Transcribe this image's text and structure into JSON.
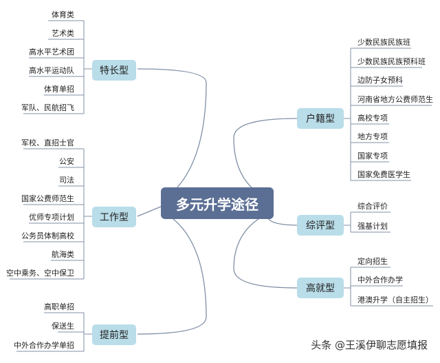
{
  "center_title": "多元升学途径",
  "left_branches": [
    {
      "label": "特长型",
      "items": [
        "体育类",
        "艺术类",
        "高水平艺术团",
        "高水平运动队",
        "体育单招",
        "军队、民航招飞"
      ]
    },
    {
      "label": "工作型",
      "items": [
        "军校、直招士官",
        "公安",
        "司法",
        "国家公费师范生",
        "优师专项计划",
        "公务员体制高校",
        "航海类",
        "空中乘务、空中保卫"
      ]
    },
    {
      "label": "提前型",
      "items": [
        "高职单招",
        "保送生",
        "中外合作办学单招"
      ]
    }
  ],
  "right_branches": [
    {
      "label": "户籍型",
      "items": [
        "少数民族民族班",
        "少数民族民族预科班",
        "边防子女预科",
        "河南省地方公费师范生",
        "高校专项",
        "地方专项",
        "国家专项",
        "国家免费医学生"
      ]
    },
    {
      "label": "综评型",
      "items": [
        "综合评价",
        "强基计划"
      ]
    },
    {
      "label": "高就型",
      "items": [
        "定向招生",
        "中外合作办学",
        "港澳升学（自主招生）"
      ]
    }
  ],
  "watermark": "头条 @王溪伊聊志愿填报",
  "colors": {
    "center_bg": "#5b6f94",
    "node_bg": "#b9dde9",
    "line": "#7f8fa6"
  }
}
